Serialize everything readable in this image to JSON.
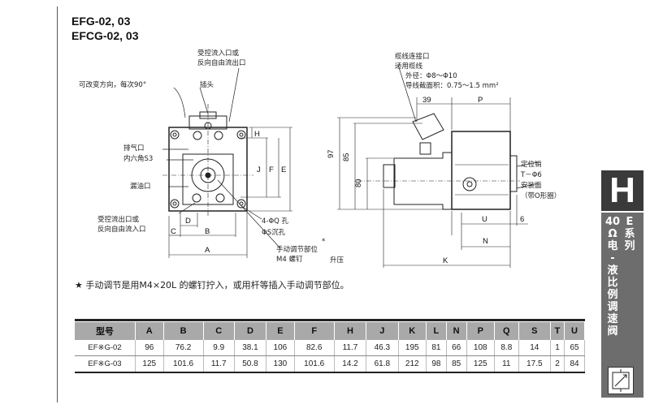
{
  "titles": {
    "line1": "EFG-02, 03",
    "line2": "EFCG-02, 03"
  },
  "front_view": {
    "labels": {
      "controlled_inlet_top": "受控流入口或",
      "reverse_free_outlet_top": "反向自由流出口",
      "rotatable": "可改变方向，每次90°",
      "plug": "插头",
      "air_vent": "排气口",
      "hex_socket": "内六角S3",
      "oil_drain": "漏油口",
      "controlled_inlet_bottom": "受控流出口或",
      "reverse_free_inlet_bottom": "反向自由流入口",
      "bolt_holes": "4-ΦQ 孔",
      "counterbore": "ΦS沉孔",
      "manual_adjust": "手动调节部位",
      "m4_screw": "M4 螺钉",
      "star": "*",
      "lift": "升压"
    },
    "dims": {
      "D": "D",
      "C": "C",
      "B": "B",
      "A": "A",
      "H": "H",
      "J": "J",
      "F": "F",
      "E": "E"
    }
  },
  "side_view": {
    "labels": {
      "cable_port": "缆线连接口",
      "cable_fit": "适用缆线",
      "outer_dia": "外径：Φ8～Φ10",
      "core_area": "导线截面积：0.75～1.5 mm²",
      "locating_pin": "定位销",
      "pin_spec": "T－Φ6",
      "mount_face": "安装面",
      "o_ring": "（带O形圈）"
    },
    "dims": {
      "d39": "39",
      "P": "P",
      "d97": "97",
      "d85": "85",
      "d80": "80",
      "U": "U",
      "d6": "6",
      "N": "N",
      "K": "K"
    }
  },
  "note": "★ 手动调节是用M4×20L 的螺钉拧入，或用杆等插入手动调节部位。",
  "table": {
    "headers": [
      "型号",
      "A",
      "B",
      "C",
      "D",
      "E",
      "F",
      "H",
      "J",
      "K",
      "L",
      "N",
      "P",
      "Q",
      "S",
      "T",
      "U"
    ],
    "rows": [
      [
        "EF※G-02",
        "96",
        "76.2",
        "9.9",
        "38.1",
        "106",
        "82.6",
        "11.7",
        "46.3",
        "195",
        "81",
        "66",
        "108",
        "8.8",
        "14",
        "1",
        "65"
      ],
      [
        "EF※G-03",
        "125",
        "101.6",
        "11.7",
        "50.8",
        "130",
        "101.6",
        "14.2",
        "61.8",
        "212",
        "98",
        "85",
        "125",
        "11",
        "17.5",
        "2",
        "84"
      ]
    ]
  },
  "side_tab": {
    "letter": "H",
    "series_col1": "40 Ω 电 - 液 比 例 调 速 阀",
    "series_col2": "E 系 列"
  }
}
